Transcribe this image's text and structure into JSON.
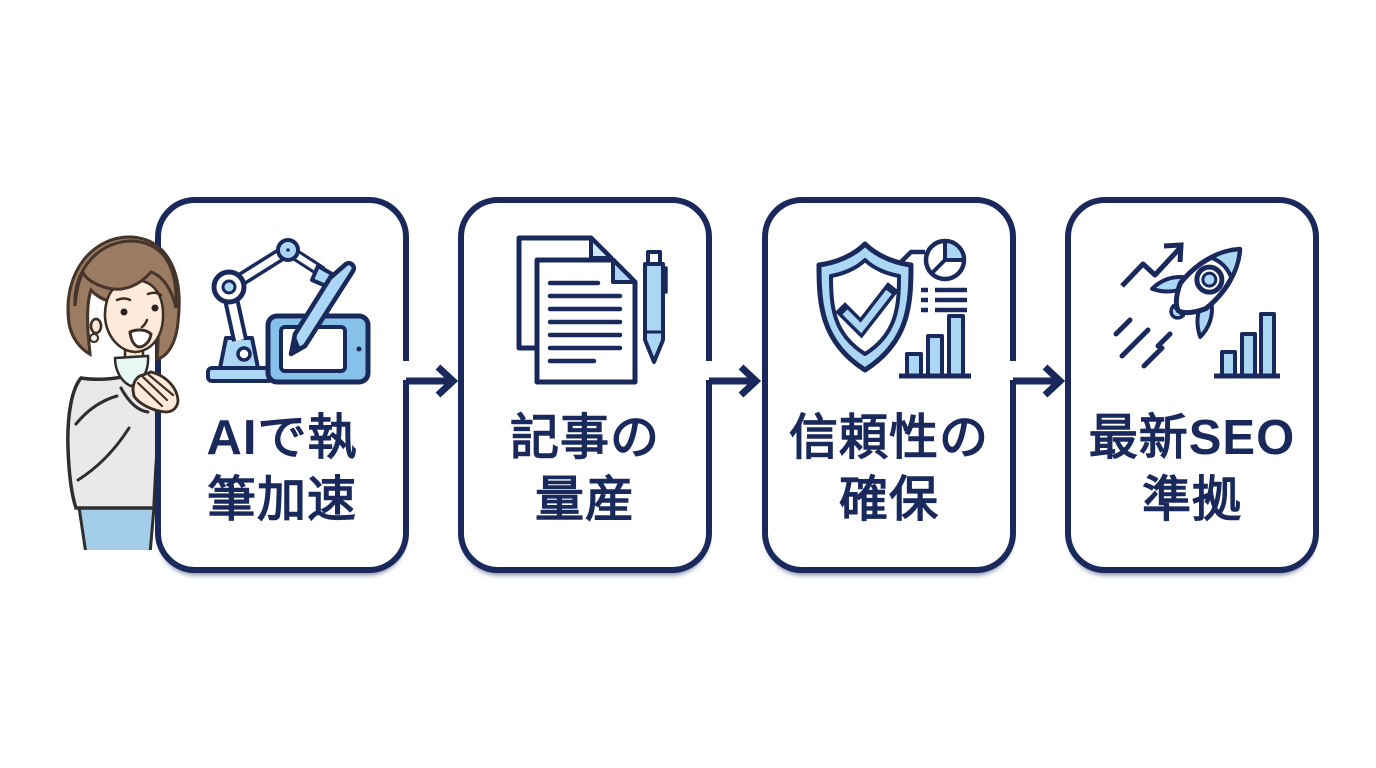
{
  "page": {
    "background": "#ffffff",
    "kind": "process-flow-infographic"
  },
  "palette": {
    "navy": "#1a295c",
    "light_blue": "#abd7f4",
    "mid_blue": "#86c1ea",
    "pale_blue": "#cde9fb",
    "skin": "#fdeada",
    "hair_brown": "#9b7b62",
    "cardigan_gray": "#e9e9e9",
    "skirt_blue": "#a3cde9"
  },
  "figure": {
    "name": "woman-presenter",
    "description": "Smiling woman with brown bob hair, gray cardigan and light blue skirt, peeking from the left edge of the first card with one hand raised"
  },
  "steps": [
    {
      "id": "ai-writing",
      "icon": "robot-arm-writing-icon",
      "label": {
        "line1": "AIで執",
        "line2": "筆加速"
      },
      "text": "AIで執筆加速"
    },
    {
      "id": "article-volume",
      "icon": "documents-pen-icon",
      "label": {
        "line1": "記事の",
        "line2": "量産"
      },
      "text": "記事の量産"
    },
    {
      "id": "reliability",
      "icon": "shield-check-chart-icon",
      "label": {
        "line1": "信頼性の",
        "line2": "確保"
      },
      "text": "信頼性の確保"
    },
    {
      "id": "seo-compliance",
      "icon": "rocket-growth-icon",
      "label": {
        "line1": "最新SEO",
        "line2": "準拠"
      },
      "text": "最新SEO準拠"
    }
  ],
  "connectors": [
    {
      "from": "ai-writing",
      "to": "article-volume",
      "glyph": "→"
    },
    {
      "from": "article-volume",
      "to": "reliability",
      "glyph": "→"
    },
    {
      "from": "reliability",
      "to": "seo-compliance",
      "glyph": "→"
    }
  ]
}
